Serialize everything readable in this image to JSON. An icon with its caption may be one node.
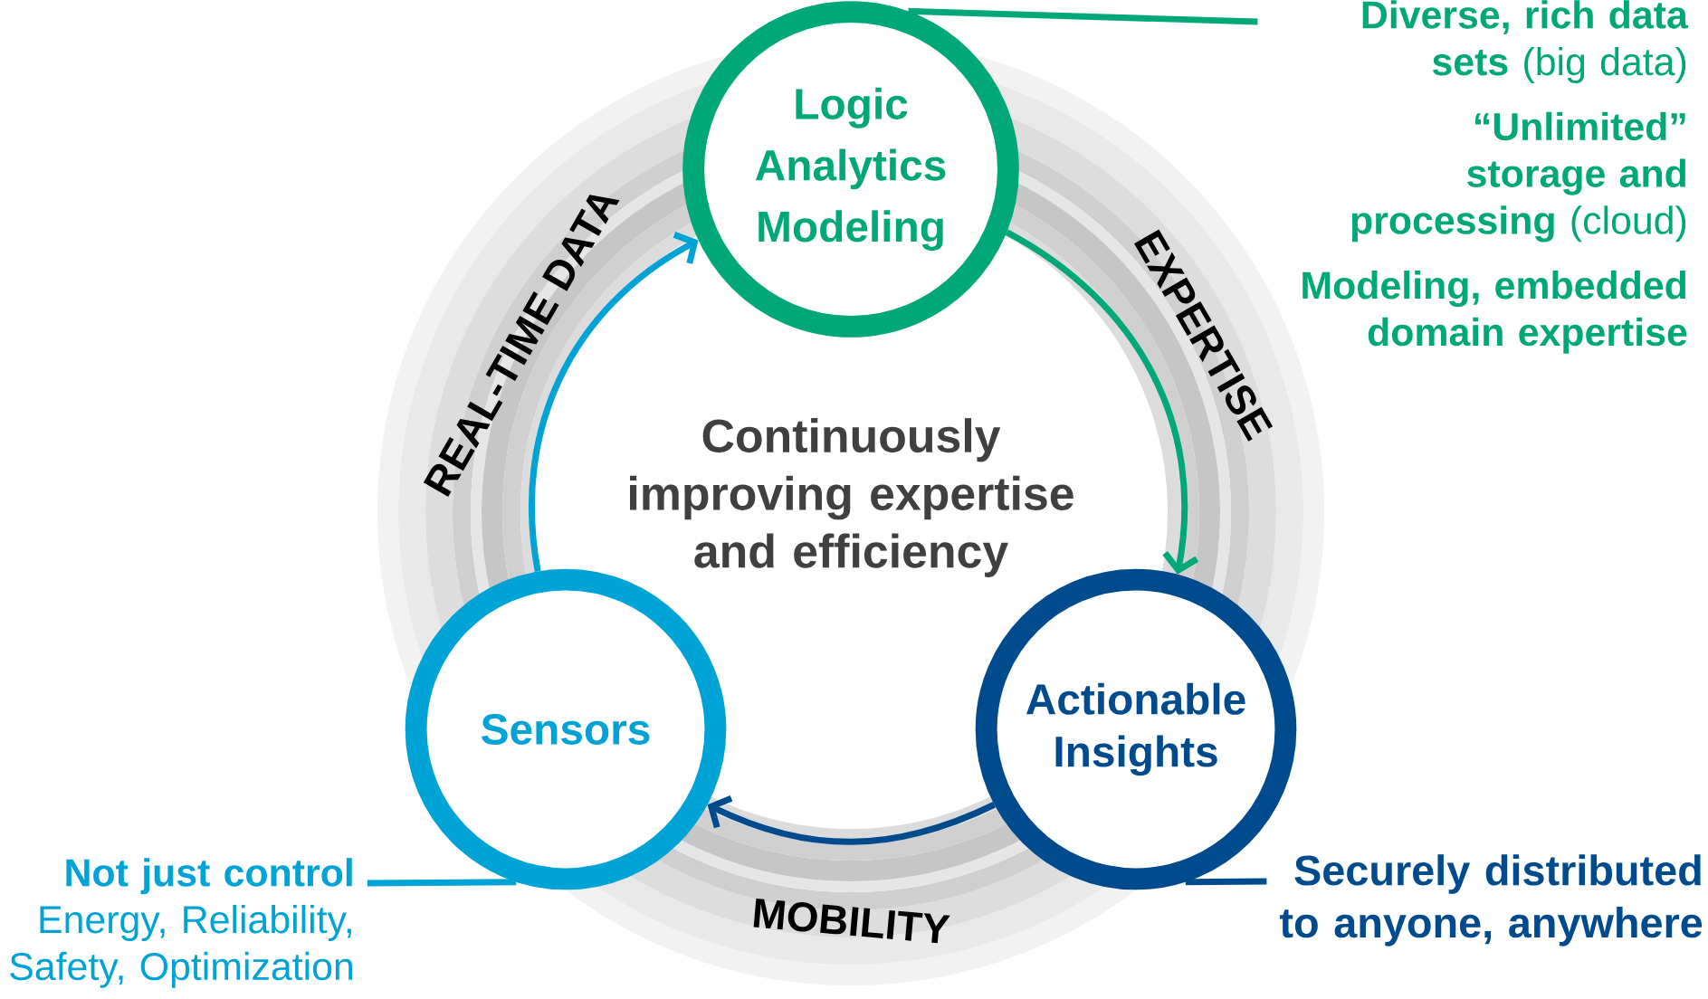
{
  "diagram": {
    "nodes": [
      {
        "text": [
          "Logic",
          "Analytics",
          "Modeling"
        ]
      },
      {
        "text": [
          "Actionable Insights"
        ]
      },
      {
        "text": [
          "Sensors"
        ]
      },
      {
        "text": [
          "**Diverse, rich data sets** (big data)",
          "**“Unlimited” storage and processing** (cloud)",
          "Modeling, embedded domain expertise"
        ]
      },
      {
        "text": [
          "Not just control",
          "Energy, Reliability, Safety, Optimization"
        ]
      },
      {
        "text": [
          "Securely distributed to anyone, anywhere"
        ]
      }
    ],
    "edges": [
      {
        "from": 2,
        "to": 0,
        "arrow": "to",
        "label": "REAL-TIME DATA",
        "color": "#00a3d6"
      },
      {
        "from": 0,
        "to": 1,
        "arrow": "to",
        "label": "EXPERTISE",
        "color": "#00a878"
      },
      {
        "from": 1,
        "to": 2,
        "arrow": "to",
        "label": "MOBILITY",
        "color": "#004b8d"
      },
      {
        "from": 3,
        "to": 0,
        "arrow": "none",
        "color": "#00a878"
      },
      {
        "from": 4,
        "to": 2,
        "arrow": "none",
        "color": "#00a3d6"
      },
      {
        "from": 5,
        "to": 1,
        "arrow": "none",
        "color": "#004b8d"
      }
    ],
    "labels": [
      "Continuously improving expertise and efficiency"
    ]
  }
}
